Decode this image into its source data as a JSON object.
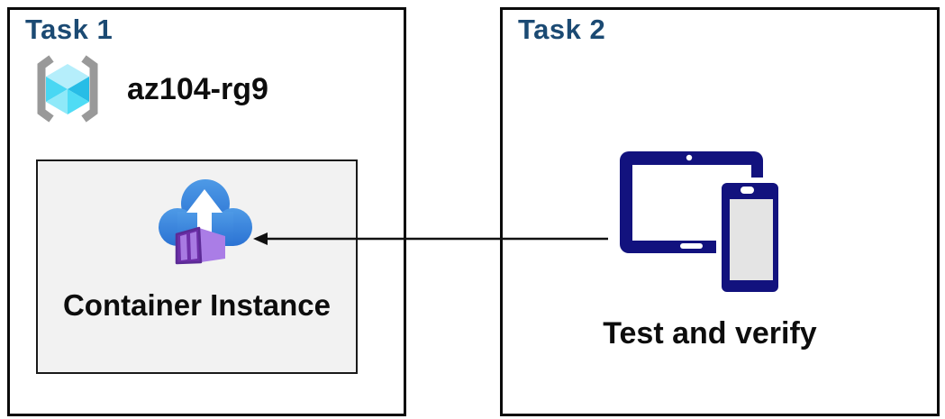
{
  "task1": {
    "title": "Task 1",
    "resource_group_name": "az104-rg9",
    "container_instance_label": "Container Instance",
    "icons": [
      "resource-group-icon",
      "container-instance-icon"
    ]
  },
  "task2": {
    "title": "Task 2",
    "label": "Test and verify",
    "icons": [
      "devices-icon"
    ]
  },
  "connector": {
    "type": "arrow",
    "direction": "right-to-left",
    "from": "task2-devices",
    "to": "task1-container-instance"
  },
  "colors": {
    "task_title_blue": "#1b4a73",
    "box_border_black": "#0a0a0a",
    "label_text": "#0d0d0d",
    "container_box_bg": "#f2f2f2",
    "devices_navy": "#12127e",
    "device_screen_gray": "#e4e4e4",
    "cloud_blue_top": "#4e9ae6",
    "cloud_blue_bottom": "#2b72d3",
    "container_purple_front": "#6d2fa8",
    "container_purple_panel": "#a87ae2",
    "container_purple_side": "#aa7de6",
    "cube_top_cyan": "#b5eefb",
    "cube_left_cyan": "#49d7f3",
    "cube_right_cyan": "#27bde6",
    "cube_bottom_left_cyan": "#8fe9f9",
    "cube_bottom_right_cyan": "#4fdcf5",
    "bracket_gray": "#999999"
  }
}
